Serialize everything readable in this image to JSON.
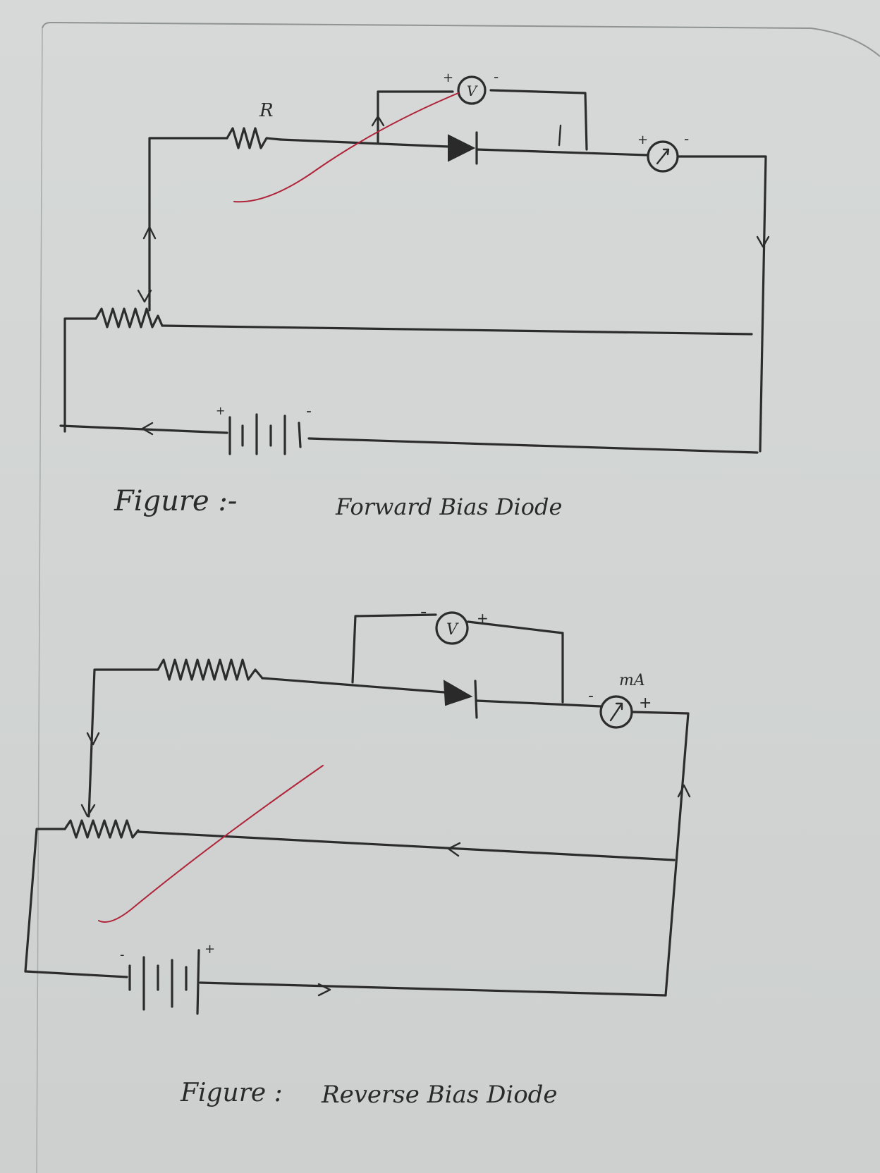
{
  "forward": {
    "resistor_label": "R",
    "voltmeter_symbol": "V",
    "voltmeter_left": "+",
    "voltmeter_right": "-",
    "ammeter_left": "+",
    "ammeter_right": "-",
    "battery_left": "+",
    "battery_right": "-",
    "caption_prefix": "Figure :-",
    "caption_title": "Forward Bias Diode"
  },
  "reverse": {
    "voltmeter_symbol": "V",
    "voltmeter_left": "-",
    "voltmeter_right": "+",
    "ammeter_unit": "mA",
    "ammeter_left": "-",
    "ammeter_right": "+",
    "battery_left": "-",
    "battery_right": "+",
    "caption_prefix": "Figure :",
    "caption_title": "Reverse Bias Diode"
  },
  "colors": {
    "ink": "#2c2c2c",
    "correction_mark": "#b0243a",
    "paper": "#d4d7d6"
  }
}
